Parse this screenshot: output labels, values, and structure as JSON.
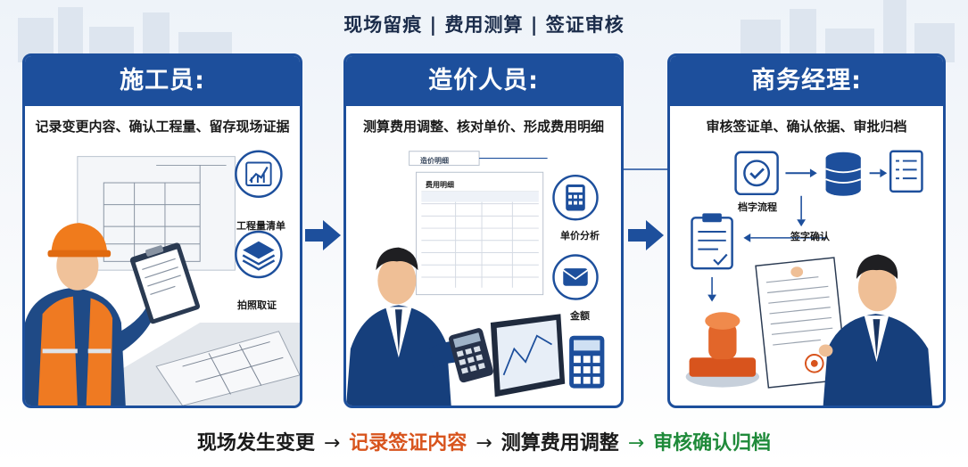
{
  "header": {
    "subtitle": "现场留痕 | 费用测算 | 签证审核"
  },
  "panels": [
    {
      "title": "施工员:",
      "description": "记录变更内容、确认工程量、留存现场证据",
      "labels": [
        "工程量清单",
        "拍照取证"
      ],
      "icons": [
        "chart-document-icon",
        "layers-icon"
      ]
    },
    {
      "title": "造价人员:",
      "description": "测算费用调整、核对单价、形成费用明细",
      "labels": [
        "单价分析",
        "金额"
      ],
      "sheet_header": "造价明细",
      "sheet_title": "费用明细",
      "icons": [
        "calculator-icon",
        "wallet-icon"
      ]
    },
    {
      "title": "商务经理:",
      "description": "审核签证单、确认依据、审批归档",
      "labels": [
        "档字流程",
        "签字确认"
      ],
      "icons": [
        "check-circle-icon",
        "database-icon",
        "list-document-icon",
        "clipboard-icon",
        "stamp-icon"
      ]
    }
  ],
  "footer": {
    "steps": [
      "现场发生变更",
      "记录签证内容",
      "测算费用调整",
      "审核确认归档"
    ],
    "arrow": "→"
  },
  "colors": {
    "brand_blue": "#1d4f9c",
    "orange": "#d8541d",
    "green": "#1f8a3a"
  }
}
